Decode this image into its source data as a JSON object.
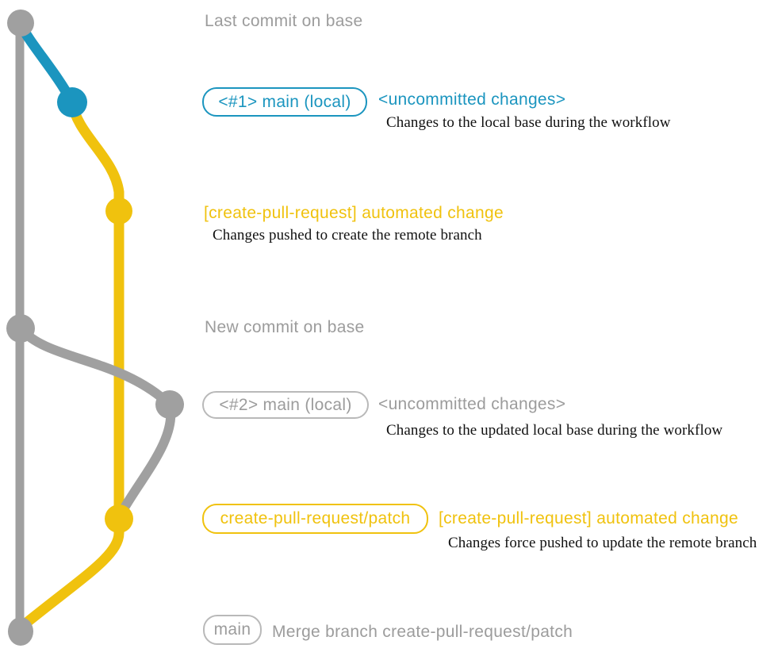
{
  "colors": {
    "blue": "#1b95bf",
    "yellow": "#f0c20e",
    "gray": "#a0a0a0",
    "gray_text": "#9c9c9c",
    "gray_border": "#b9b9b9",
    "caption": "#111111"
  },
  "annotations": {
    "last_commit": "Last commit on base",
    "new_commit": "New commit on base"
  },
  "rows": {
    "local_main_1": {
      "branch_label": "<#1> main (local)",
      "headline": "<uncommitted changes>",
      "caption": "Changes to the local base during the workflow"
    },
    "automated_change_1": {
      "headline": "[create-pull-request] automated change",
      "caption": "Changes pushed to create the remote branch"
    },
    "local_main_2": {
      "branch_label": "<#2> main (local)",
      "headline": "<uncommitted changes>",
      "caption": "Changes to the updated local base during the workflow"
    },
    "automated_change_2": {
      "branch_label": "create-pull-request/patch",
      "headline": "[create-pull-request] automated change",
      "caption": "Changes force pushed to update the remote branch"
    },
    "merge": {
      "branch_label": "main",
      "headline": "Merge branch create-pull-request/patch"
    }
  }
}
